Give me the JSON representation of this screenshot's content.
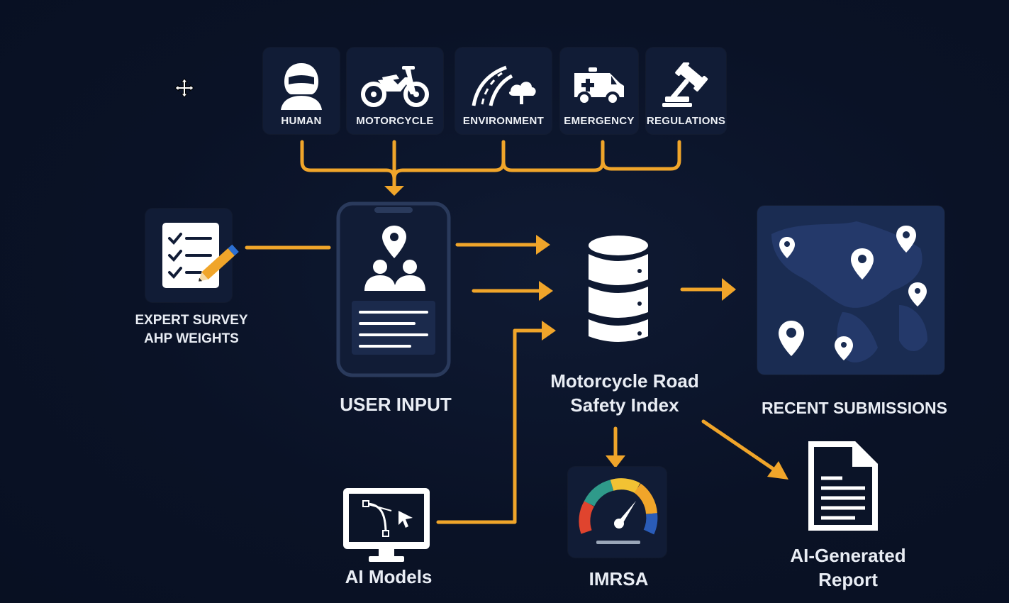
{
  "categories": [
    {
      "label": "HUMAN",
      "icon": "helmet-person-icon"
    },
    {
      "label": "MOTORCYCLE",
      "icon": "motorcycle-icon"
    },
    {
      "label": "ENVIRONMENT",
      "icon": "road-cloud-icon"
    },
    {
      "label": "EMERGENCY",
      "icon": "ambulance-icon"
    },
    {
      "label": "REGULATIONS",
      "icon": "gavel-icon"
    }
  ],
  "expert_survey": {
    "line1": "EXPERT SURVEY",
    "line2": "AHP WEIGHTS",
    "icon": "checklist-pencil-icon"
  },
  "user_input": {
    "label": "USER INPUT",
    "icon": "phone-users-location-icon"
  },
  "index": {
    "line1": "Motorcycle Road",
    "line2": "Safety Index",
    "icon": "database-icon"
  },
  "recent": {
    "label": "RECENT SUBMISSIONS",
    "icon": "world-map-pins-icon"
  },
  "ai_models": {
    "label": "AI Models",
    "icon": "monitor-bezier-icon"
  },
  "imrsa": {
    "label": "IMRSA",
    "icon": "gauge-icon"
  },
  "report": {
    "line1": "AI-Generated",
    "line2": "Report",
    "icon": "document-icon"
  },
  "colors": {
    "arrow": "#f0a52a",
    "background": "#0b1428",
    "tile": "#111c36",
    "text": "#ffffff"
  }
}
